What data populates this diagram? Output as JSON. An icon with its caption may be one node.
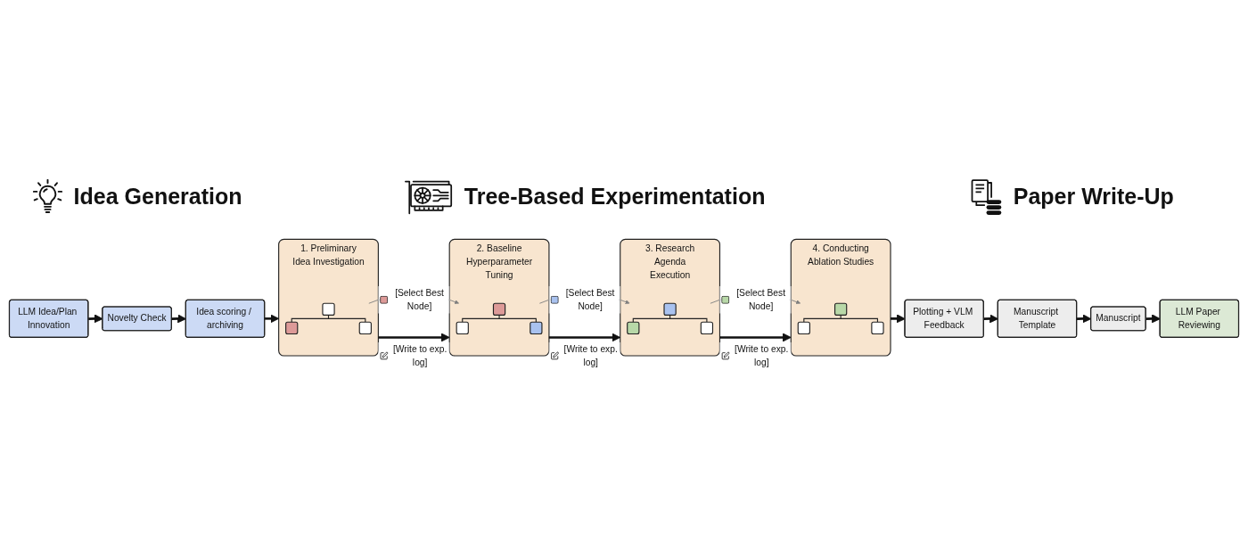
{
  "diagram": {
    "nodes": [
      {
        "text": [
          "LLM Idea/Plan Innovation"
        ]
      },
      {
        "text": [
          "Novelty Check"
        ]
      },
      {
        "text": [
          "Idea scoring / archiving"
        ]
      },
      {
        "text": [
          "1. Preliminary Idea Investigation"
        ]
      },
      {
        "text": [],
        "shape": "picture",
        "in": 3
      },
      {
        "text": [
          "2. Baseline Hyperparameter Tuning"
        ]
      },
      {
        "text": [],
        "shape": "picture",
        "in": 5
      },
      {
        "text": [
          "3. Research Agenda Execution"
        ]
      },
      {
        "text": [],
        "shape": "picture",
        "in": 7
      },
      {
        "text": [
          "4. Conducting Ablation Studies"
        ]
      },
      {
        "text": [],
        "shape": "picture",
        "in": 9
      },
      {
        "text": [
          "Plotting + VLM Feedback"
        ]
      },
      {
        "text": [
          "Manuscript Template"
        ]
      },
      {
        "text": [
          "Manuscript"
        ]
      },
      {
        "text": [
          "LLM Paper Reviewing"
        ]
      }
    ],
    "edges": [
      {
        "from": 0,
        "to": 1,
        "arrow": "to"
      },
      {
        "from": 1,
        "to": 2,
        "arrow": "to"
      },
      {
        "from": 2,
        "to": 3,
        "arrow": "to"
      },
      {
        "from": 3,
        "to": 5,
        "arrow": "to",
        "label": "[Write to exp. log]"
      },
      {
        "from": 4,
        "to": 6,
        "arrow": "to",
        "color": "#7f7f7f",
        "label": "[Select Best Node]"
      },
      {
        "from": 5,
        "to": 7,
        "arrow": "to",
        "label": "[Write to exp. log]"
      },
      {
        "from": 6,
        "to": 8,
        "arrow": "to",
        "color": "#7f7f7f",
        "label": "[Select Best Node]"
      },
      {
        "from": 7,
        "to": 9,
        "arrow": "to",
        "label": "[Write to exp. log]"
      },
      {
        "from": 8,
        "to": 10,
        "arrow": "to",
        "color": "#7f7f7f",
        "label": "[Select Best Node]"
      },
      {
        "from": 9,
        "to": 11,
        "arrow": "to"
      },
      {
        "from": 11,
        "to": 12,
        "arrow": "to"
      },
      {
        "from": 12,
        "to": 13,
        "arrow": "to"
      },
      {
        "from": 13,
        "to": 14,
        "arrow": "to"
      }
    ],
    "labels": [
      "Idea Generation",
      "Tree-Based Experimentation",
      "Paper Write-Up"
    ]
  }
}
